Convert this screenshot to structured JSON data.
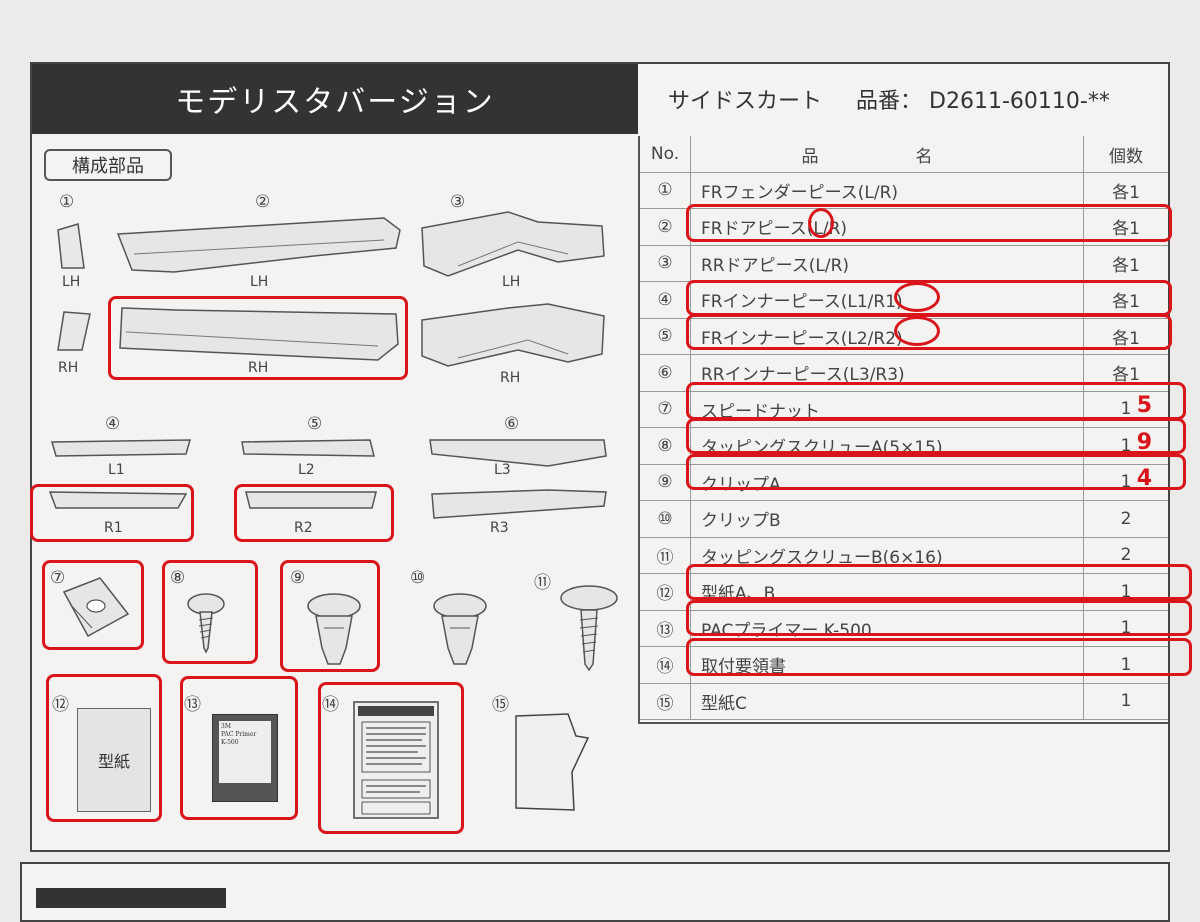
{
  "header": {
    "version_title": "モデリスタバージョン",
    "product_name": "サイドスカート",
    "part_number_label": "品番：",
    "part_number": "D2611-60110-**"
  },
  "parts_section_label": "構成部品",
  "table": {
    "headers": {
      "no": "No.",
      "name": "品　名",
      "qty": "個数"
    },
    "rows": [
      {
        "no": "①",
        "name": "FRフェンダーピース(L/R)",
        "qty": "各1",
        "correction": ""
      },
      {
        "no": "②",
        "name": "FRドアピース(L/R)",
        "qty": "各1",
        "correction": ""
      },
      {
        "no": "③",
        "name": "RRドアピース(L/R)",
        "qty": "各1",
        "correction": ""
      },
      {
        "no": "④",
        "name": "FRインナーピース(L1/R1)",
        "qty": "各1",
        "correction": ""
      },
      {
        "no": "⑤",
        "name": "FRインナーピース(L2/R2)",
        "qty": "各1",
        "correction": ""
      },
      {
        "no": "⑥",
        "name": "RRインナーピース(L3/R3)",
        "qty": "各1",
        "correction": ""
      },
      {
        "no": "⑦",
        "name": "スピードナット",
        "qty": "1",
        "correction": "5"
      },
      {
        "no": "⑧",
        "name": "タッピングスクリューA(5×15)",
        "qty": "1",
        "correction": "9"
      },
      {
        "no": "⑨",
        "name": "クリップA",
        "qty": "1",
        "correction": "4"
      },
      {
        "no": "⑩",
        "name": "クリップB",
        "qty": "2",
        "correction": ""
      },
      {
        "no": "⑪",
        "name": "タッピングスクリューB(6×16)",
        "qty": "2",
        "correction": ""
      },
      {
        "no": "⑫",
        "name": "型紙A、B",
        "qty": "1",
        "correction": ""
      },
      {
        "no": "⑬",
        "name": "PACプライマー K-500",
        "qty": "1",
        "correction": ""
      },
      {
        "no": "⑭",
        "name": "取付要領書",
        "qty": "1",
        "correction": ""
      },
      {
        "no": "⑮",
        "name": "型紙C",
        "qty": "1",
        "correction": ""
      }
    ]
  },
  "diagram": {
    "numbers": [
      "①",
      "②",
      "③",
      "④",
      "⑤",
      "⑥",
      "⑦",
      "⑧",
      "⑨",
      "⑩",
      "⑪",
      "⑫",
      "⑬",
      "⑭",
      "⑮"
    ],
    "side_labels": {
      "lh": "LH",
      "rh": "RH",
      "l1": "L1",
      "l2": "L2",
      "l3": "L3",
      "r1": "R1",
      "r2": "R2",
      "r3": "R3"
    },
    "template_text": "型紙",
    "primer_text": {
      "brand": "3M",
      "line1": "PAC Primer",
      "line2": "K-500"
    }
  },
  "colors": {
    "annotation_red": "#d9151b",
    "title_bg": "#333333"
  }
}
